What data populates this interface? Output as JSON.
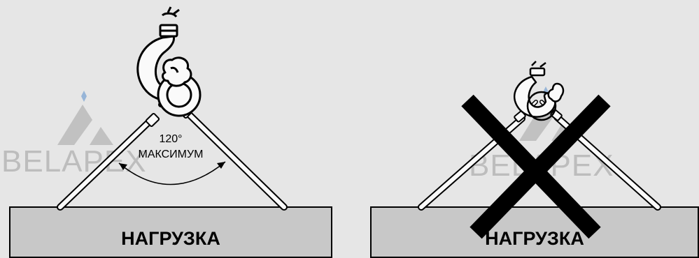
{
  "left_panel": {
    "angle_value": "120°",
    "angle_caption": "МАКСИМУМ",
    "load_label": "НАГРУЗКА",
    "watermark": "BELAPEX"
  },
  "right_panel": {
    "load_label": "НАГРУЗКА",
    "watermark": "BELAPEX",
    "prohibited_mark": "x-mark"
  },
  "colors": {
    "background": "#e6e6e6",
    "load_block": "#c8c8c8",
    "outline": "#000000",
    "watermark": "#bdbdbd",
    "watermark_accent": "#8fb0d6"
  }
}
